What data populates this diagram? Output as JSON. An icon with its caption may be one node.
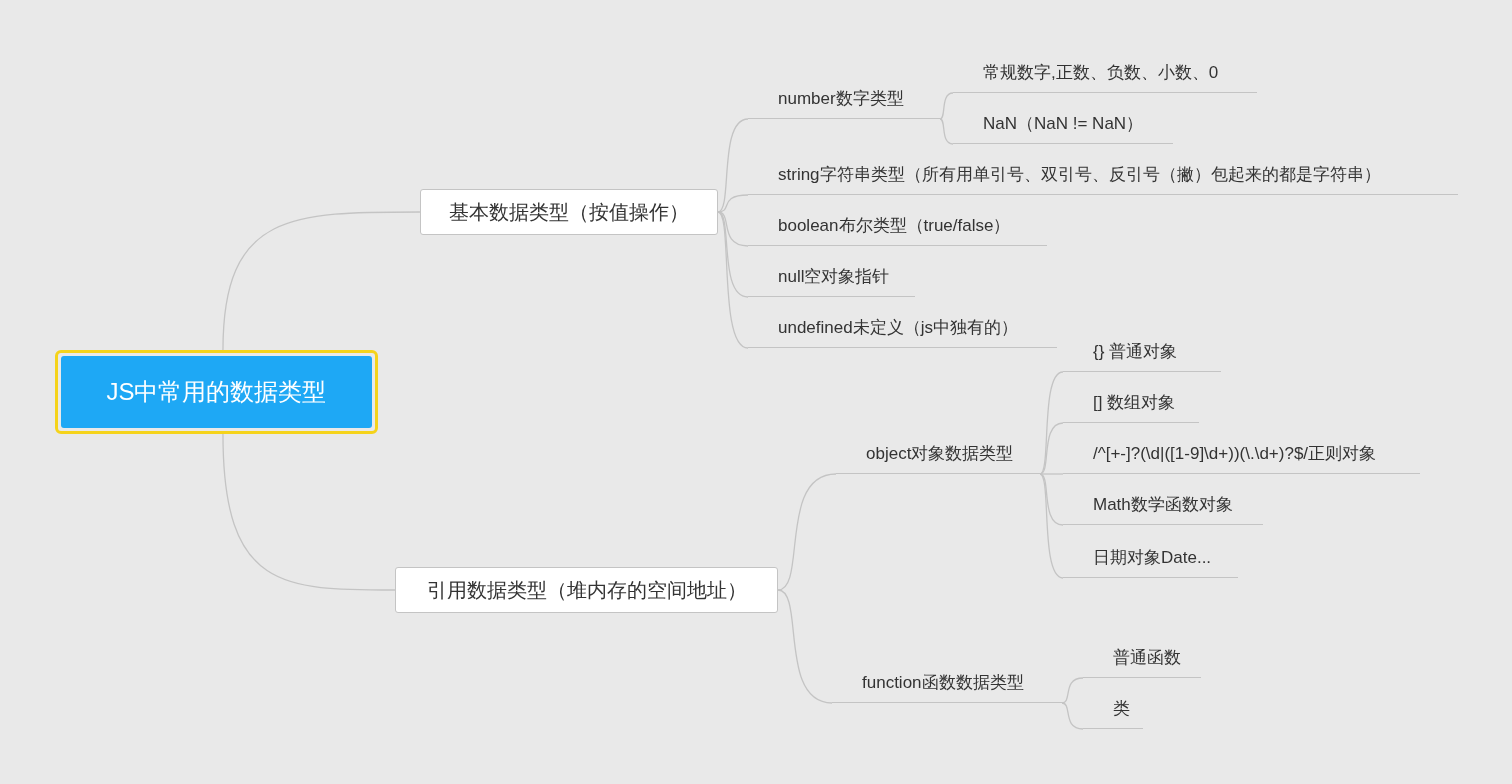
{
  "diagram": {
    "nodes": [
      {
        "text": [
          "JS中常用的数据类型"
        ]
      },
      {
        "text": [
          "基本数据类型（按值操作）"
        ]
      },
      {
        "text": [
          "number数字类型"
        ]
      },
      {
        "text": [
          "常规数字,正数、负数、小数、0"
        ]
      },
      {
        "text": [
          "NaN（NaN != NaN）"
        ]
      },
      {
        "text": [
          "string字符串类型（所有用单引号、双引号、反引号（撇）包起来的都是字符串）"
        ]
      },
      {
        "text": [
          "boolean布尔类型（true/false）"
        ]
      },
      {
        "text": [
          "null空对象指针"
        ]
      },
      {
        "text": [
          "undefined未定义（js中独有的）"
        ]
      },
      {
        "text": [
          "引用数据类型（堆内存的空间地址）"
        ]
      },
      {
        "text": [
          "object对象数据类型"
        ]
      },
      {
        "text": [
          "{}  普通对象"
        ]
      },
      {
        "text": [
          "[] 数组对象"
        ]
      },
      {
        "text": [
          "/^[+-]?(\\d|([1-9]\\d+))(\\.\\d+)?$/正则对象"
        ]
      },
      {
        "text": [
          "Math数学函数对象"
        ]
      },
      {
        "text": [
          "日期对象Date..."
        ]
      },
      {
        "text": [
          "function函数数据类型"
        ]
      },
      {
        "text": [
          "普通函数"
        ]
      },
      {
        "text": [
          "类"
        ]
      }
    ],
    "edges": [
      {
        "from": 0,
        "to": 1,
        "arrow": "none"
      },
      {
        "from": 1,
        "to": 2,
        "arrow": "none"
      },
      {
        "from": 2,
        "to": 3,
        "arrow": "none"
      },
      {
        "from": 2,
        "to": 4,
        "arrow": "none"
      },
      {
        "from": 1,
        "to": 5,
        "arrow": "none"
      },
      {
        "from": 1,
        "to": 6,
        "arrow": "none"
      },
      {
        "from": 1,
        "to": 7,
        "arrow": "none"
      },
      {
        "from": 1,
        "to": 8,
        "arrow": "none"
      },
      {
        "from": 0,
        "to": 9,
        "arrow": "none"
      },
      {
        "from": 9,
        "to": 10,
        "arrow": "none"
      },
      {
        "from": 10,
        "to": 11,
        "arrow": "none"
      },
      {
        "from": 10,
        "to": 12,
        "arrow": "none"
      },
      {
        "from": 10,
        "to": 13,
        "arrow": "none"
      },
      {
        "from": 10,
        "to": 14,
        "arrow": "none"
      },
      {
        "from": 10,
        "to": 15,
        "arrow": "none"
      },
      {
        "from": 9,
        "to": 16,
        "arrow": "none"
      },
      {
        "from": 16,
        "to": 17,
        "arrow": "none"
      },
      {
        "from": 16,
        "to": 18,
        "arrow": "none"
      }
    ]
  }
}
